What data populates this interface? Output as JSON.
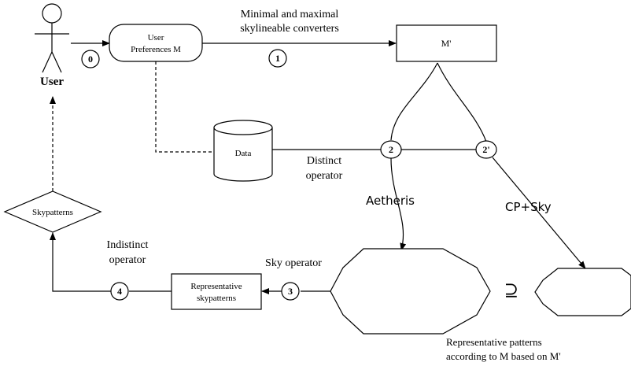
{
  "nodes": {
    "user": "User",
    "preferences": [
      "User",
      "Preferences M"
    ],
    "m_prime": "M'",
    "data": "Data",
    "skypatterns": "Skypatterns",
    "representative_skypatterns": [
      "Representative",
      "skypatterns"
    ]
  },
  "steps": {
    "s0": "0",
    "s1": "1",
    "s2": "2",
    "s2p": "2'",
    "s3": "3",
    "s4": "4"
  },
  "edge_labels": {
    "converters": [
      "Minimal and maximal",
      "skylineable converters"
    ],
    "distinct": [
      "Distinct",
      "operator"
    ],
    "aetheris": "Aetheris",
    "cpsky": "CP+Sky",
    "sky_operator": "Sky operator",
    "indistinct": [
      "Indistinct",
      "operator"
    ],
    "representative_patterns": [
      "Representative patterns",
      "according to M based on M'"
    ]
  },
  "symbols": {
    "superset_eq": "⊇"
  }
}
